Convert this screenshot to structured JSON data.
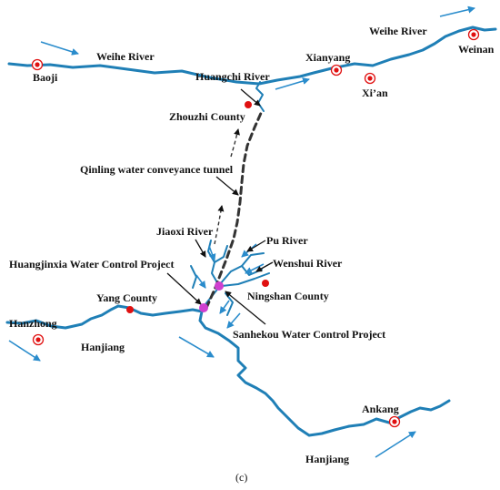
{
  "colors": {
    "river": "#1f7fb6",
    "arrow": "#2a8ccc",
    "city_marker": "#e01010",
    "project_marker": "#d040d0",
    "tunnel": "#333333"
  },
  "labels": {
    "baoji": "Baoji",
    "weihe_river_west": "Weihe River",
    "weihe_river_east": "Weihe River",
    "xianyang": "Xianyang",
    "weinan": "Weinan",
    "xian": "Xi’an",
    "huangchi_river": "Huangchi River",
    "zhouzhi_county": "Zhouzhi County",
    "qinling_tunnel": "Qinling water conveyance tunnel",
    "jiaoxi_river": "Jiaoxi River",
    "pu_river": "Pu River",
    "wenshui_river": "Wenshui River",
    "huangjinxia_project": "Huangjinxia Water Control Project",
    "ningshan_county": "Ningshan County",
    "yang_county": "Yang County",
    "hanzhong": "Hanzhong",
    "hanjiang_west": "Hanjiang",
    "sanhekou_project": "Sanhekou Water Control Project",
    "ankang": "Ankang",
    "hanjiang_east": "Hanjiang"
  },
  "caption": "(c)"
}
